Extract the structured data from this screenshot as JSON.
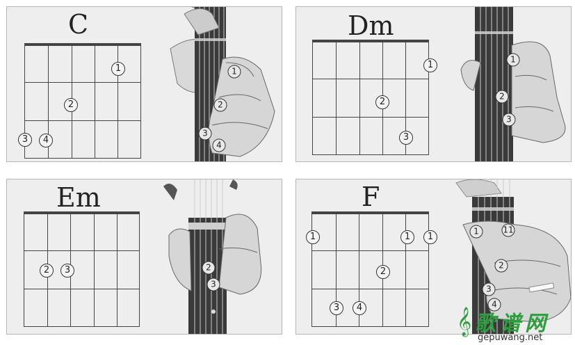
{
  "chords": {
    "c": {
      "name": "C",
      "chart_fingers": [
        "1",
        "2",
        "3",
        "4"
      ],
      "photo_fingers": [
        "1",
        "2",
        "3",
        "4"
      ]
    },
    "dm": {
      "name": "Dm",
      "chart_fingers": [
        "1",
        "2",
        "3"
      ],
      "photo_fingers": [
        "1",
        "2",
        "3"
      ]
    },
    "em": {
      "name": "Em",
      "chart_fingers": [
        "2",
        "3"
      ],
      "photo_fingers": [
        "2",
        "3"
      ]
    },
    "f": {
      "name": "F",
      "chart_fingers": [
        "1",
        "1",
        "1",
        "2",
        "3",
        "4"
      ],
      "photo_fingers": [
        "1",
        "11",
        "2",
        "3",
        "4"
      ]
    }
  },
  "watermark": {
    "text_cn": "歌谱网",
    "url": "gepuwang.net",
    "clef": "𝄞"
  },
  "colors": {
    "panel_bg": "#eeeeee",
    "ink": "#222222",
    "logo_green": "#2e9e3e"
  }
}
